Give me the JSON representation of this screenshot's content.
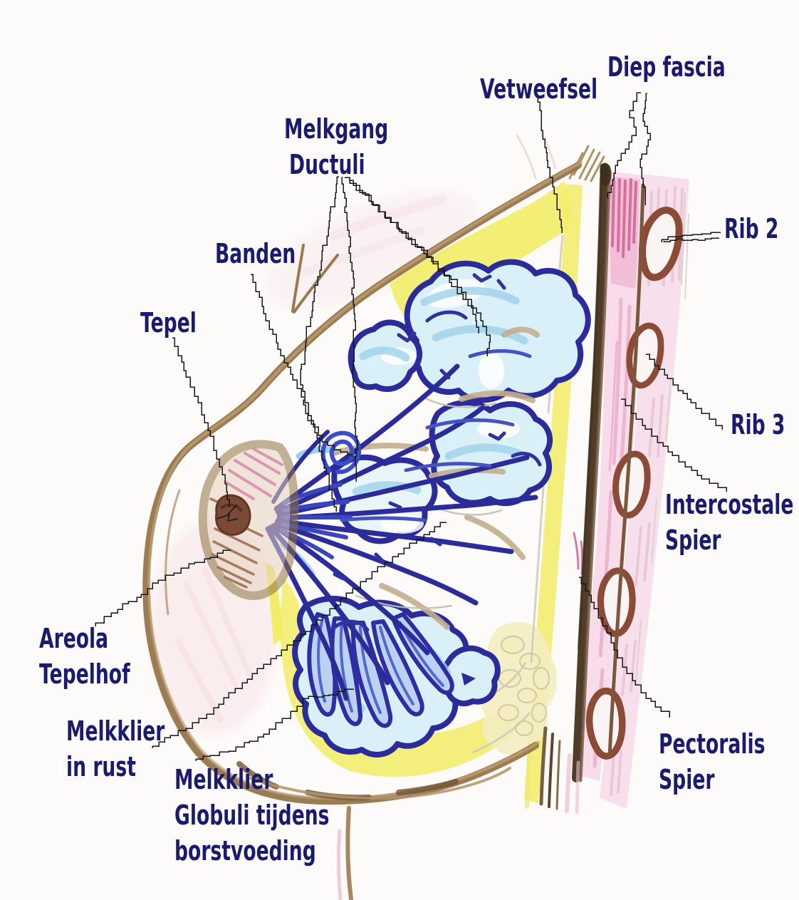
{
  "palette": {
    "background": "#fdfbf9",
    "label_ink": "#1b1b6e",
    "leader_ink": "#161616",
    "skin": "#96754a",
    "skin_light": "#c0a376",
    "skin_dark": "#6e5536",
    "areola_brown": "#9c7354",
    "areola_pink": "#d98fae",
    "nipple": "#7b4a37",
    "gland_outline": "#2b2b9a",
    "gland_fill": "#d9f0f8",
    "gland_fill_light": "#e8f6fa",
    "gland_shade_cyan": "#9fd2ea",
    "gland_shade_sky": "#86c4e8",
    "gland_dense": "#bcd2f2",
    "gland_royal": "#4553c2",
    "gland_bundle": "#3a46bc",
    "fat_yellow": "#f2ec66",
    "fat_pale": "#f3edc0",
    "fat_pale_edge": "#cfc9a2",
    "muscle_pink_light": "#f7e0eb",
    "muscle_pink": "#f9dcea",
    "muscle_pink_deep": "#eeb9d2",
    "muscle_streak": "#e9c6d8",
    "muscle_streak_dark": "#cf5c8e",
    "rib_brown": "#8c4b37",
    "rib_fill": "#faf4f4",
    "fascia_dark": "#4f3d2a",
    "fascia_mid": "#6f5438",
    "pencil_gray": "#c5beb2",
    "tan_septa": "#c3ae8d",
    "pink_smudge": "#f6dde2"
  },
  "labels": {
    "vetweefsel": {
      "text": "Vetweefsel"
    },
    "diep_fascia": {
      "text": "Diep fascia"
    },
    "melkgang": {
      "line1": "Melkgang",
      "line2": "Ductuli"
    },
    "banden": {
      "text": "Banden"
    },
    "tepel": {
      "text": "Tepel"
    },
    "rib2": {
      "text": "Rib 2"
    },
    "rib3": {
      "text": "Rib 3"
    },
    "intercostale": {
      "line1": "Intercostale",
      "line2": "Spier"
    },
    "areola": {
      "line1": "Areola",
      "line2": "Tepelhof"
    },
    "melkklier_rust": {
      "line1": "Melkklier",
      "line2": "in rust"
    },
    "melkklier_globuli": {
      "line1": "Melkklier",
      "line2": "Globuli tijdens",
      "line3": "borstvoeding"
    },
    "pectoralis": {
      "line1": "Pectoralis",
      "line2": "Spier"
    }
  }
}
